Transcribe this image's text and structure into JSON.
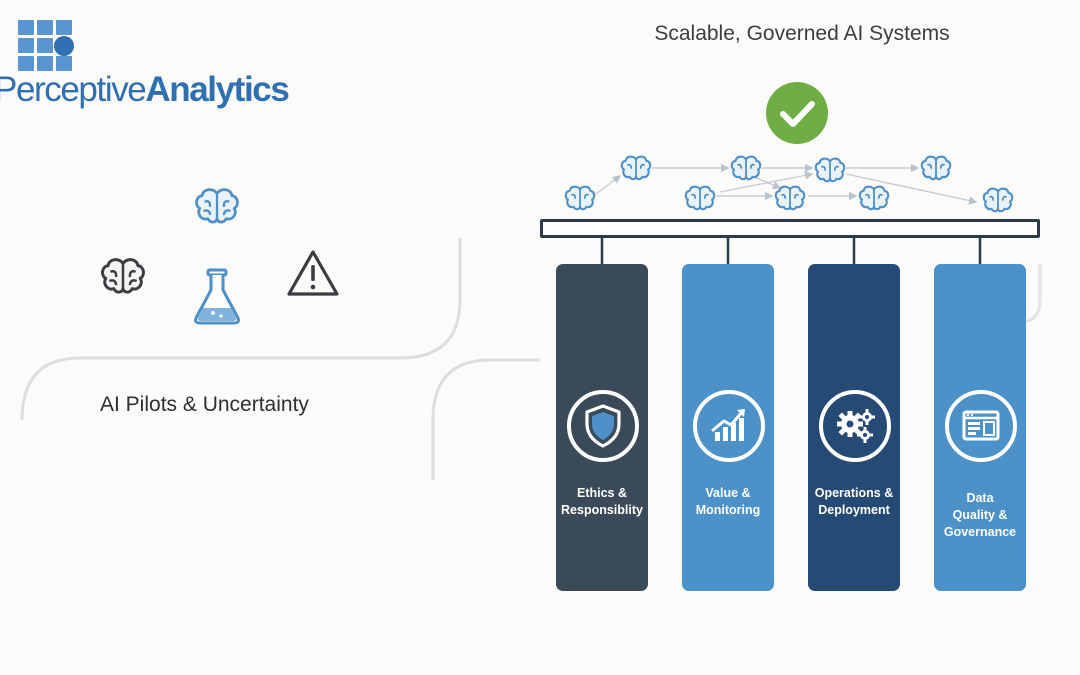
{
  "brand": {
    "name_light": "Perceptive",
    "name_bold": "Analytics",
    "color": "#2f6fb2"
  },
  "left_panel": {
    "title": "AI Pilots & Uncertainty",
    "icons": [
      "brain-icon",
      "brain-icon",
      "flask-icon",
      "warning-icon"
    ]
  },
  "right_panel": {
    "title": "Scalable, Governed AI Systems",
    "status_icon": "checkmark-icon",
    "network_icon": "brain-icon",
    "pillars": [
      {
        "label_lines": [
          "Ethics &",
          "Responsiblity"
        ],
        "icon": "shield-icon",
        "color": "#3b4a59"
      },
      {
        "label_lines": [
          "Value &",
          "Monitoring"
        ],
        "icon": "growth-chart-icon",
        "color": "#4c91c7"
      },
      {
        "label_lines": [
          "Operations &",
          "Deployment"
        ],
        "icon": "gears-icon",
        "color": "#254a74"
      },
      {
        "label_lines": [
          "Data",
          "Quality &",
          "Governance"
        ],
        "icon": "dashboard-icon",
        "color": "#4c91c7"
      }
    ]
  },
  "colors": {
    "accent_green": "#6fae45",
    "brain_blue": "#4d8fc6",
    "beam_dark": "#2b3a4c",
    "text_dark": "#2d3033"
  }
}
